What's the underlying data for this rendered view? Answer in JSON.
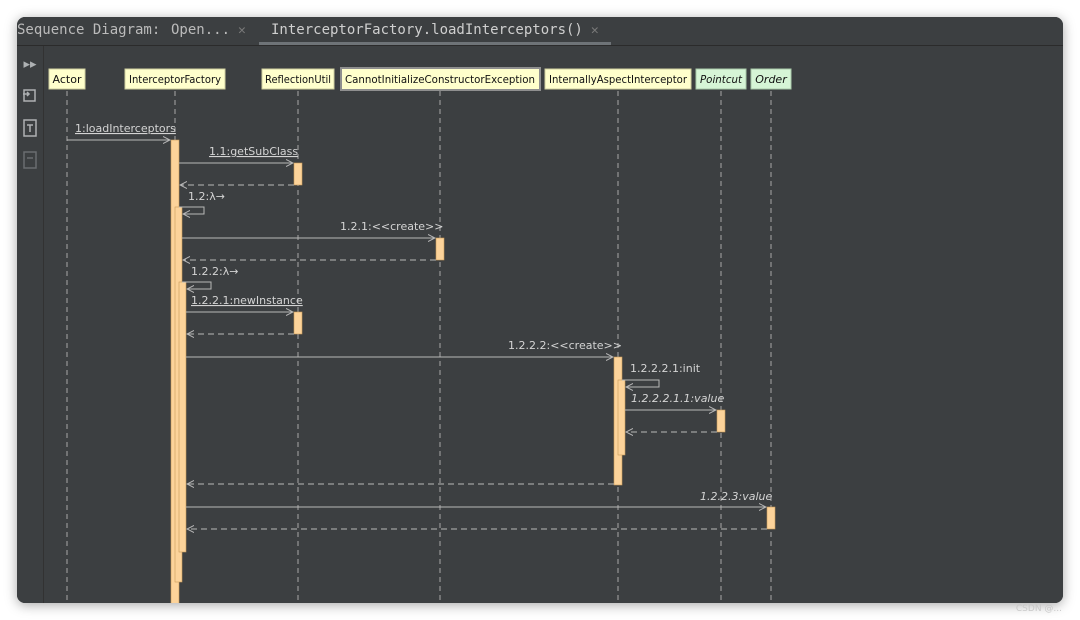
{
  "tabs": {
    "title": "Sequence Diagram:",
    "tab1": "Open...",
    "tab2": "InterceptorFactory.loadInterceptors()"
  },
  "toolbar": {
    "icons": [
      "expand-icon",
      "export-icon",
      "class-icon",
      "file-icon"
    ]
  },
  "participants": [
    {
      "name": "Actor",
      "style": "normal"
    },
    {
      "name": "InterceptorFactory",
      "style": "normal"
    },
    {
      "name": "ReflectionUtil",
      "style": "normal"
    },
    {
      "name": "CannotInitializeConstructorException",
      "style": "normal"
    },
    {
      "name": "InternallyAspectInterceptor",
      "style": "normal"
    },
    {
      "name": "Pointcut",
      "style": "interface"
    },
    {
      "name": "Order",
      "style": "interface"
    }
  ],
  "messages": [
    {
      "label": "1:loadInterceptors",
      "underline": true,
      "italic": false
    },
    {
      "label": "1.1:getSubClass",
      "underline": true,
      "italic": false
    },
    {
      "label": "1.2:λ→",
      "underline": false,
      "italic": false
    },
    {
      "label": "1.2.1:<<create>>",
      "underline": false,
      "italic": false
    },
    {
      "label": "1.2.2:λ→",
      "underline": false,
      "italic": false
    },
    {
      "label": "1.2.2.1:newInstance",
      "underline": true,
      "italic": false
    },
    {
      "label": "1.2.2.2:<<create>>",
      "underline": false,
      "italic": false
    },
    {
      "label": "1.2.2.2.1:init",
      "underline": false,
      "italic": false
    },
    {
      "label": "1.2.2.2.1.1:value",
      "underline": false,
      "italic": true
    },
    {
      "label": "1.2.2.3:value",
      "underline": false,
      "italic": true
    }
  ],
  "colors": {
    "background": "#3c3f41",
    "normal_box": "#ffffcc",
    "interface_box": "#d6f5d6",
    "activation": "#fcd39a",
    "line": "#b8b8b8",
    "text": "#d4d4d4"
  },
  "watermark": "CSDN @..."
}
